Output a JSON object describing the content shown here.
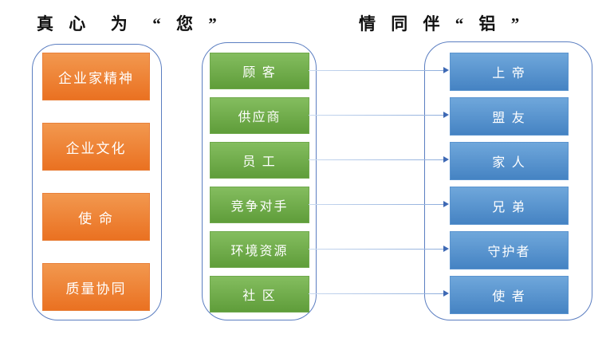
{
  "title": {
    "left": "真 心  为  “ 您 ”",
    "right": "情 同 伴 “ 铝 ”"
  },
  "left_group": {
    "items": [
      {
        "label": "企业家精神"
      },
      {
        "label": "企业文化"
      },
      {
        "label": "使 命"
      },
      {
        "label": "质量协同"
      }
    ]
  },
  "middle_group": {
    "items": [
      {
        "label": "顾 客"
      },
      {
        "label": "供应商"
      },
      {
        "label": "员 工"
      },
      {
        "label": "竞争对手"
      },
      {
        "label": "环境资源"
      },
      {
        "label": "社 区"
      }
    ]
  },
  "right_group": {
    "items": [
      {
        "label": "上 帝"
      },
      {
        "label": "盟 友"
      },
      {
        "label": "家 人"
      },
      {
        "label": "兄 弟"
      },
      {
        "label": "守护者"
      },
      {
        "label": "使 者"
      }
    ]
  },
  "connections": [
    {
      "from": "顾 客",
      "to": "上 帝"
    },
    {
      "from": "供应商",
      "to": "盟 友"
    },
    {
      "from": "员 工",
      "to": "家 人"
    },
    {
      "from": "竞争对手",
      "to": "兄 弟"
    },
    {
      "from": "环境资源",
      "to": "守护者"
    },
    {
      "from": "社 区",
      "to": "使 者"
    }
  ],
  "colors": {
    "orange_top": "#F2984F",
    "orange_bottom": "#EA7121",
    "green_top": "#84BD5F",
    "green_bottom": "#5F9D3A",
    "blue_top": "#6FA7DB",
    "blue_bottom": "#4583C3",
    "container_border": "#5B7EC1",
    "arrow_shaft": "#A9C3E6",
    "arrow_head": "#3E69B4",
    "title_text": "#111111",
    "box_text": "#FFFFFF"
  }
}
